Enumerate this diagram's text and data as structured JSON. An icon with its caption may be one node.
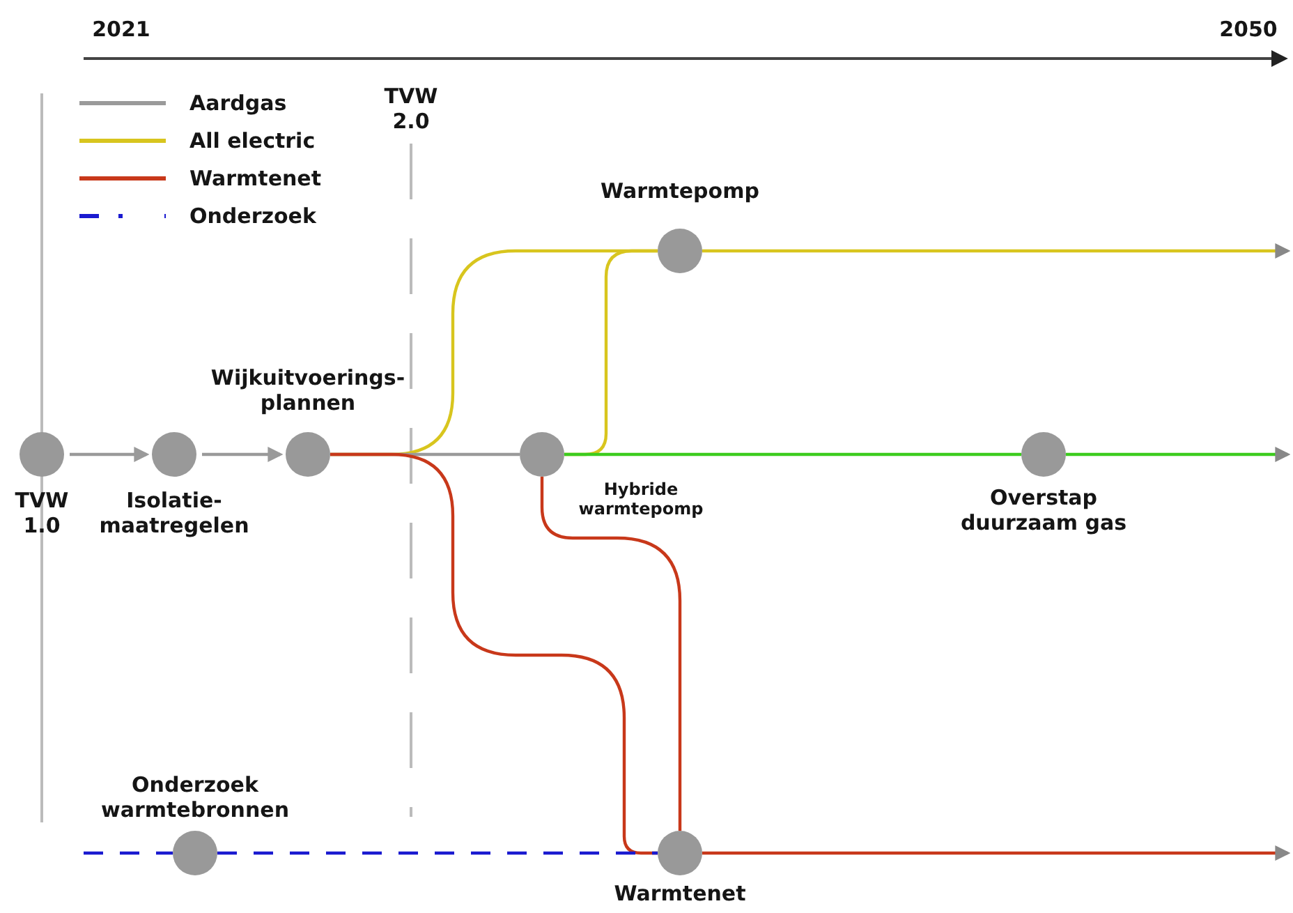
{
  "diagram": {
    "nodes": [
      {
        "text": [
          "TVW 1.0"
        ]
      },
      {
        "text": [
          "Isolatie- maatregelen"
        ]
      },
      {
        "text": [
          "Wijkuitvoerings- plannen"
        ]
      },
      {
        "text": [
          "Hybride warmtepomp"
        ]
      },
      {
        "text": [
          "Warmtepomp"
        ]
      },
      {
        "text": [
          "Overstap duurzaam gas"
        ]
      },
      {
        "text": [
          "Onderzoek warmtebronnen"
        ]
      },
      {
        "text": [
          "Warmtenet"
        ]
      }
    ],
    "edges": [
      {
        "from": 0,
        "to": 1,
        "arrow": "to",
        "color": "#9a9a9a"
      },
      {
        "from": 1,
        "to": 2,
        "arrow": "to",
        "color": "#9a9a9a"
      },
      {
        "from": 2,
        "to": 4,
        "arrow": "none",
        "color": "#d8c51e"
      },
      {
        "from": 2,
        "to": 3,
        "arrow": "none",
        "color": "#9a9a9a"
      },
      {
        "from": 2,
        "to": 7,
        "arrow": "none",
        "color": "#c8381a"
      },
      {
        "from": 3,
        "to": 4,
        "arrow": "none",
        "color": "#d8c51e"
      },
      {
        "from": 3,
        "to": 5,
        "arrow": "none",
        "color": "#3ccc1e"
      },
      {
        "from": 3,
        "to": 7,
        "arrow": "none",
        "color": "#c8381a"
      },
      {
        "from": 4,
        "to": null,
        "arrow": "to",
        "color": "#d8c51e"
      },
      {
        "from": 5,
        "to": null,
        "arrow": "to",
        "color": "#3ccc1e"
      },
      {
        "from": 7,
        "to": null,
        "arrow": "to",
        "color": "#c8381a"
      },
      {
        "from": null,
        "to": 6,
        "arrow": "none",
        "style": "dashed",
        "color": "#1a1ad0"
      },
      {
        "from": 6,
        "to": 7,
        "arrow": "none",
        "style": "dashed",
        "color": "#1a1ad0"
      }
    ],
    "labels": [
      "2021",
      "2050",
      "TVW 2.0"
    ],
    "legend": [
      {
        "text": "Aardgas",
        "color": "#9a9a9a"
      },
      {
        "text": "All electric",
        "color": "#d8c51e"
      },
      {
        "text": "Warmtenet",
        "color": "#c8381a"
      },
      {
        "text": "Onderzoek",
        "color": "#1a1ad0"
      }
    ]
  }
}
